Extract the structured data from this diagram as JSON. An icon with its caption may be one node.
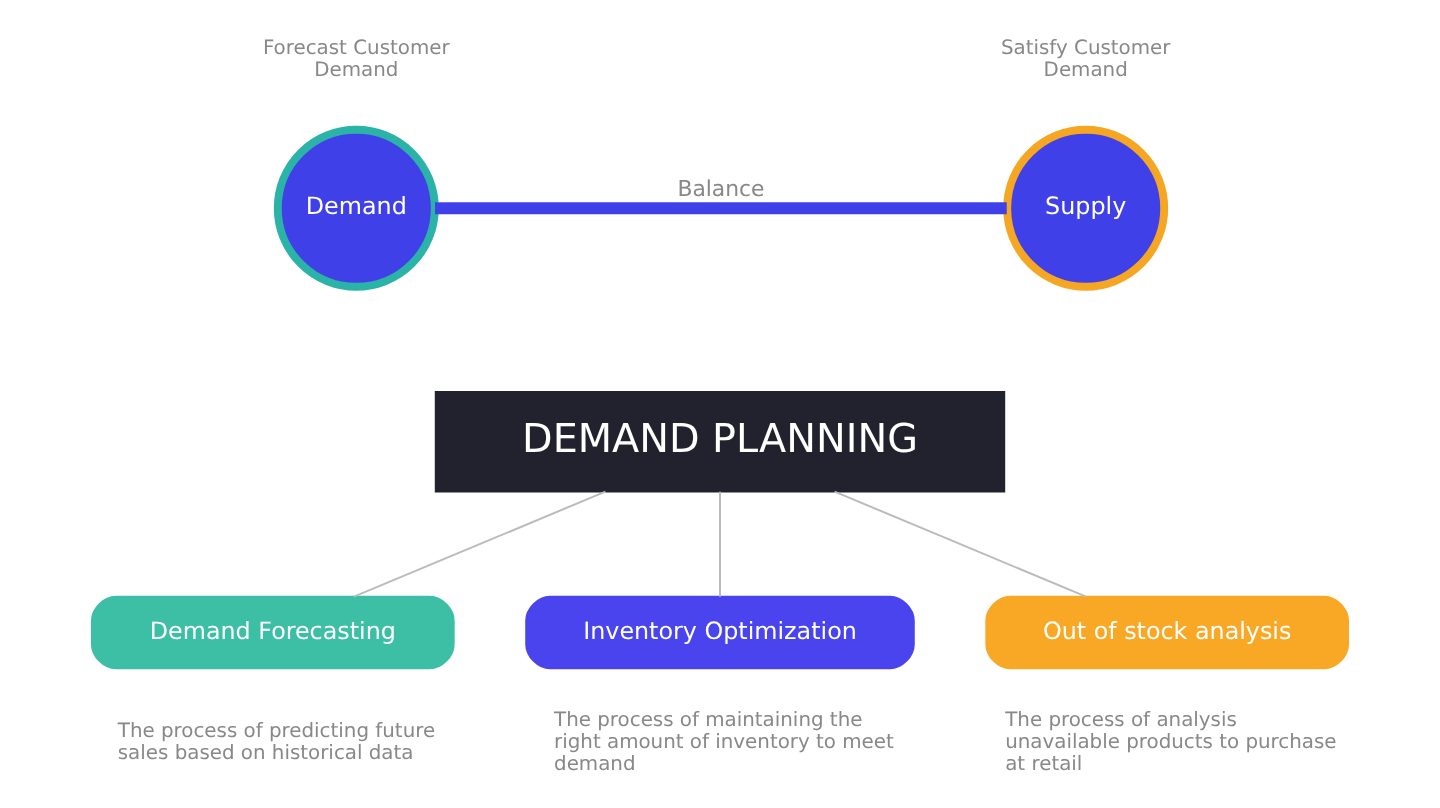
{
  "diagram": {
    "nodes": [
      {
        "text": [
          "Demand"
        ],
        "beside": [
          "Forecast Customer Demand"
        ]
      },
      {
        "text": [
          "Supply"
        ],
        "beside": [
          "Satisfy Customer Demand"
        ]
      },
      {
        "text": [
          "DEMAND PLANNING"
        ]
      },
      {
        "text": [
          "Demand Forecasting"
        ],
        "beside": [
          "The process of predicting future sales based on historical data"
        ]
      },
      {
        "text": [
          "Inventory Optimization"
        ],
        "beside": [
          "The process of maintaining the right amount of inventory to meet demand"
        ]
      },
      {
        "text": [
          "Out of stock analysis"
        ],
        "beside": [
          "The process of analysis unavailable products to purchase at retail"
        ]
      }
    ],
    "edges": [
      {
        "from": 0,
        "to": 1,
        "arrow": "none",
        "label": "Balance",
        "style": "thick",
        "color": "#4040e8"
      },
      {
        "from": 2,
        "to": 3,
        "arrow": "none"
      },
      {
        "from": 2,
        "to": 4,
        "arrow": "none"
      },
      {
        "from": 2,
        "to": 5,
        "arrow": "none"
      }
    ]
  }
}
